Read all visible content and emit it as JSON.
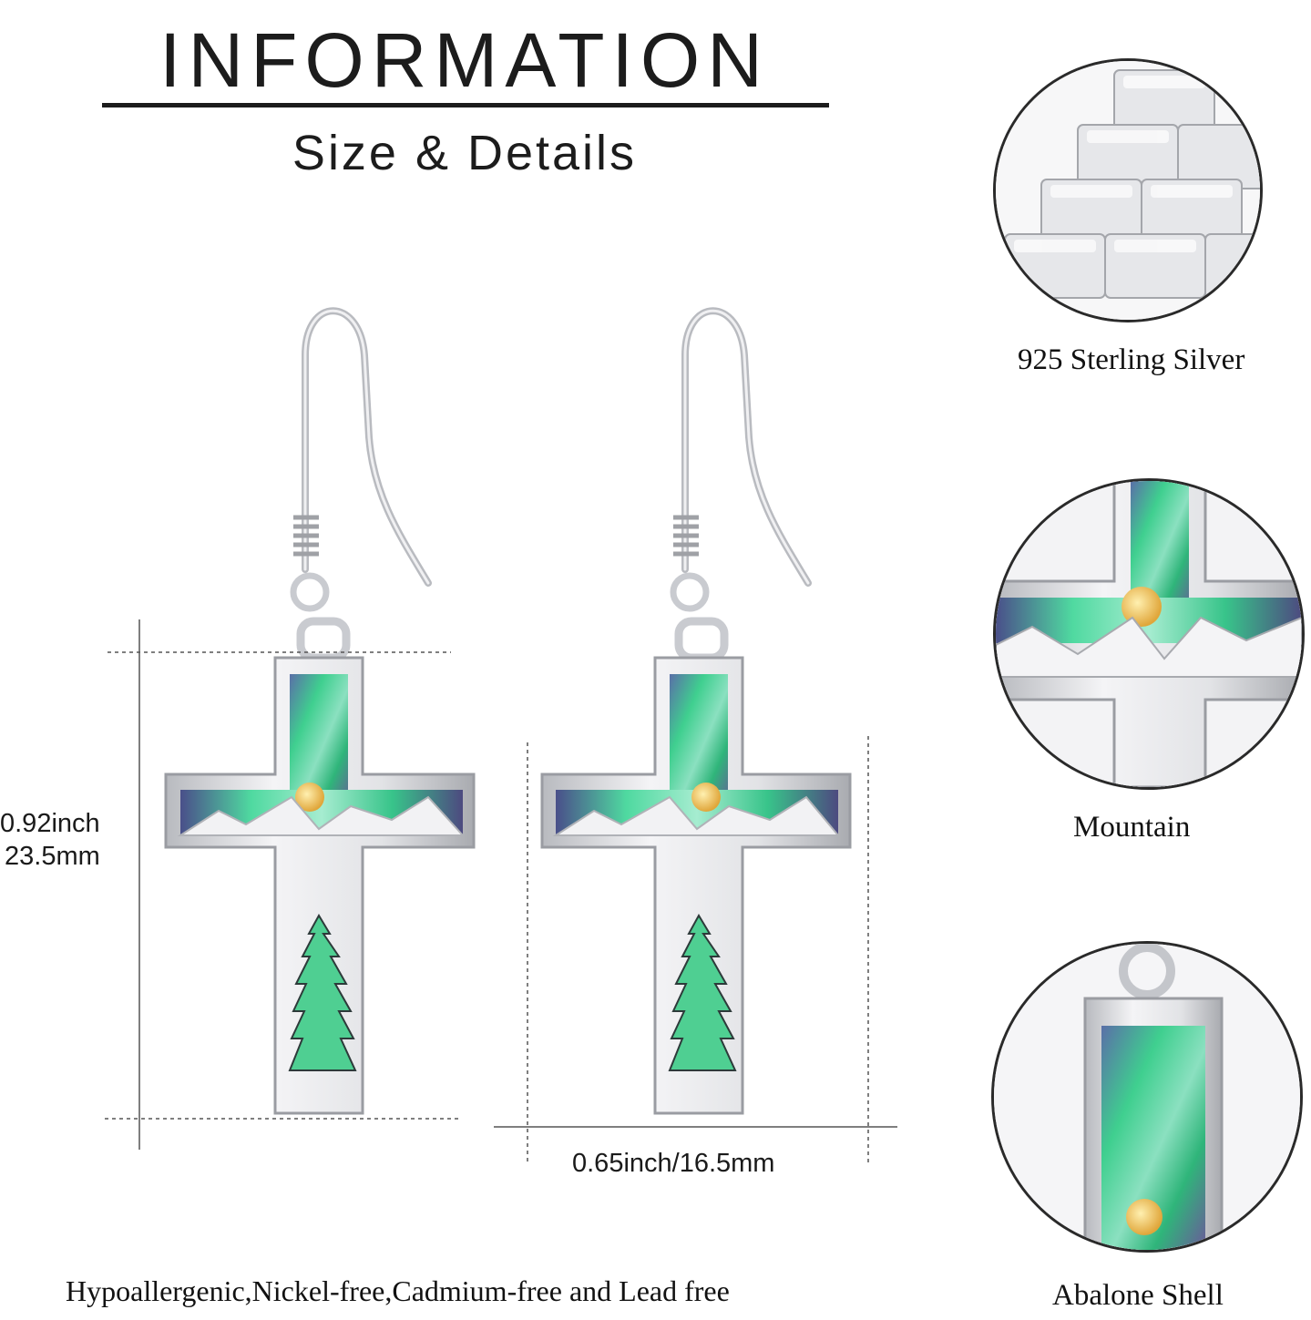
{
  "header": {
    "title": "INFORMATION",
    "subtitle": "Size & Details"
  },
  "dimensions": {
    "height_inch": "0.92inch",
    "height_mm": "23.5mm",
    "width": "0.65inch/16.5mm"
  },
  "features": [
    {
      "label": "925 Sterling Silver",
      "icon": "silver-bars-icon"
    },
    {
      "label": "Mountain",
      "icon": "mountain-icon"
    },
    {
      "label": "Abalone Shell",
      "icon": "abalone-shell-icon"
    }
  ],
  "footer": {
    "note": "Hypoallergenic,Nickel-free,Cadmium-free and Lead free"
  },
  "colors": {
    "silver": "#dcdde0",
    "silver_dark": "#9a9ca2",
    "abalone_green": "#3fcf8f",
    "abalone_blue": "#5a6fa8",
    "sun_gold": "#f2c14e"
  }
}
